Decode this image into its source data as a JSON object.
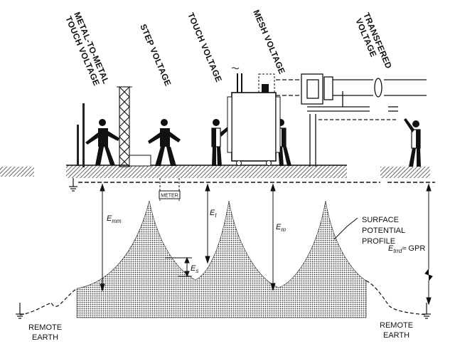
{
  "labels": {
    "metal_touch_1": "METAL-TO-METAL",
    "metal_touch_2": "TOUCH VOLTAGE",
    "step": "STEP VOLTAGE",
    "touch": "TOUCH VOLTAGE",
    "mesh": "MESH VOLTAGE",
    "transfer_1": "TRANSFERED",
    "transfer_2": "VOLTAGE",
    "meter": "METER",
    "surface_1": "SURFACE",
    "surface_2": "POTENTIAL",
    "surface_3": "PROFILE",
    "remote_left_1": "REMOTE",
    "remote_left_2": "EARTH",
    "remote_right_1": "REMOTE",
    "remote_right_2": "EARTH",
    "e_mm": "E",
    "e_mm_sub": "mm",
    "e_t": "E",
    "e_t_sub": "t",
    "e_m": "E",
    "e_m_sub": "m",
    "e_s": "E",
    "e_s_sub": "s",
    "e_trrd": "E",
    "e_trrd_sub": "trrd",
    "e_trrd_suffix": "≈ GPR"
  },
  "colors": {
    "ink": "#111111",
    "paper": "#ffffff",
    "ground_hatch": "#555555"
  }
}
